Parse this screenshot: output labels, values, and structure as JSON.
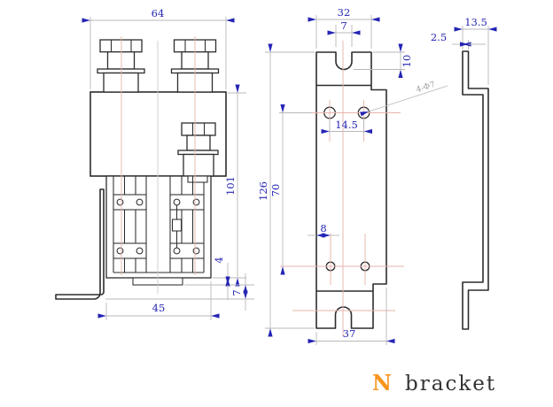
{
  "title": {
    "highlight": "N",
    "label": "bracket"
  },
  "colors": {
    "outline": "#2d2d2d",
    "dimension": "#2424b4",
    "dim_line": "#b9b9b9",
    "centerline": "#e5b3a9",
    "leader_text": "#9e9e9e",
    "title_highlight": "#f7941d",
    "title_text": "#333333",
    "background": "#ffffff"
  },
  "left_view": {
    "dims": {
      "top_width": "64",
      "overall_height": "101",
      "base_plate": "4",
      "bracket_foot": "7",
      "base_width": "45"
    }
  },
  "middle_view": {
    "dims": {
      "top_width": "32",
      "slot_width": "7",
      "slot_depth": "10",
      "hole_spacing": "14.5",
      "holes_note": "4-Φ7",
      "overall_height": "126",
      "hole_span": "70",
      "hole_edge": "8",
      "bottom_width": "37"
    }
  },
  "right_view": {
    "dims": {
      "flange_width": "13.5",
      "thickness": "2.5"
    }
  }
}
